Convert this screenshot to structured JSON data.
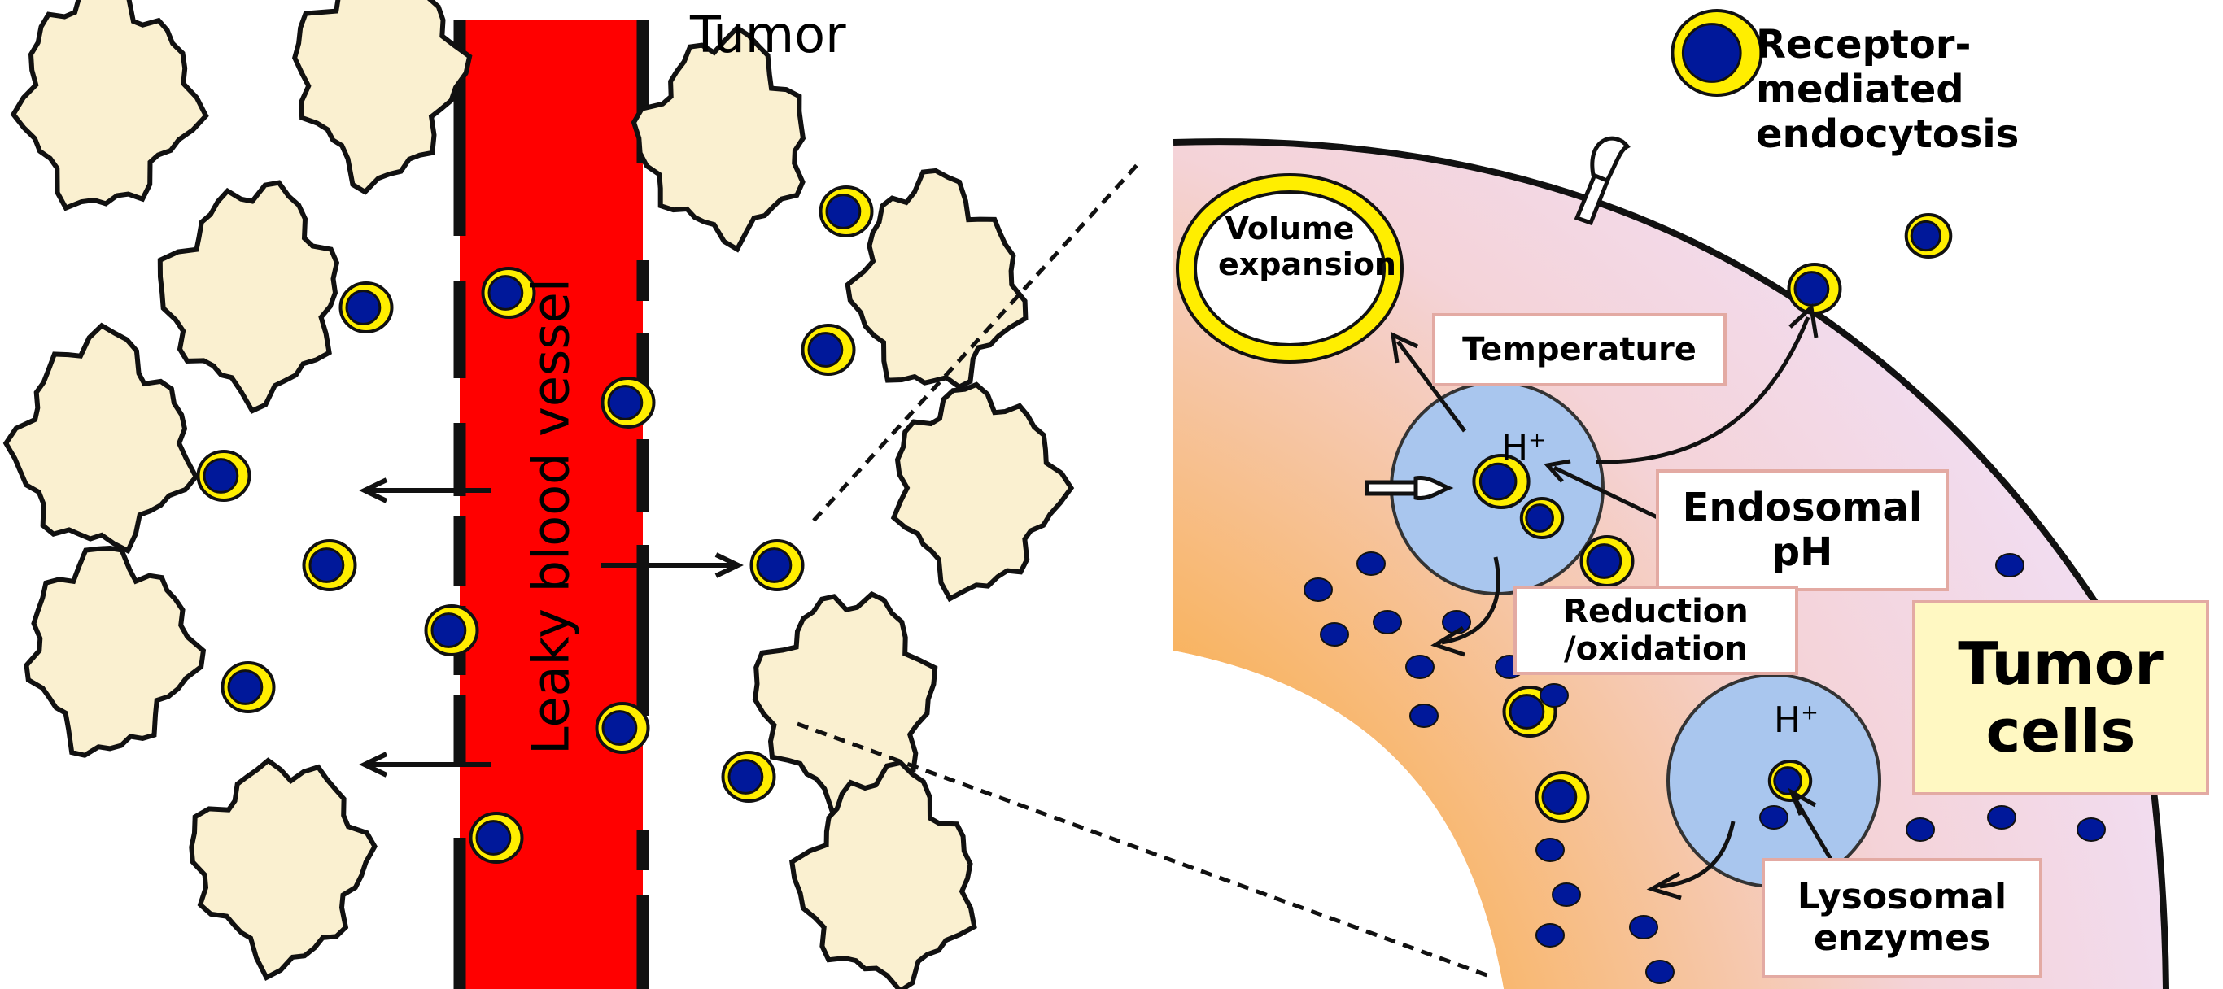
{
  "labels": {
    "tumor": "Tumor",
    "vessel": "Leaky blood vessel",
    "receptor_line1": "Receptor-",
    "receptor_line2": "mediated",
    "receptor_line3": "endocytosis",
    "volume_line1": "Volume",
    "volume_line2": "expansion",
    "temperature": "Temperature",
    "h_plus": "H",
    "h_plus_sup": "+",
    "endosomal_line1": "Endosomal",
    "endosomal_line2": "pH",
    "reduction_line1": "Reduction",
    "reduction_line2": "/oxidation",
    "tumor_cells_line1": "Tumor",
    "tumor_cells_line2": "cells",
    "lysosomal_line1": "Lysosomal",
    "lysosomal_line2": "enzymes"
  },
  "colors": {
    "vessel": "#ff0000",
    "tissue_cell": "#faf0d0",
    "nanoparticle_core": "#00189a",
    "nanoparticle_shell": "#ffee00",
    "tumor_cell_gradient_inner": "#f9a43a",
    "tumor_cell_gradient_outer": "#f2d8ee",
    "vesicle": "#a9c6ee",
    "tumor_cells_box": "#fff8c2",
    "box_border": "#e3aaa3"
  }
}
